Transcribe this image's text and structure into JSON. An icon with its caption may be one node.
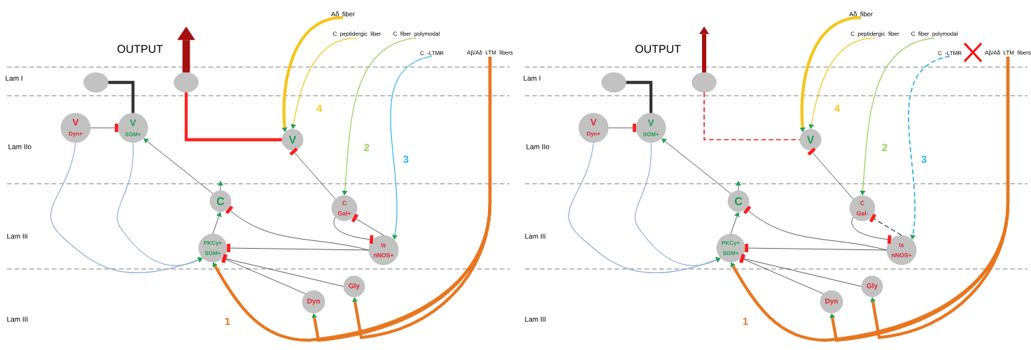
{
  "diagram": {
    "nodes": [
      {
        "text": [
          "Aδ fiber"
        ]
      },
      {
        "text": [
          "C peptidergic liber"
        ]
      },
      {
        "text": [
          "C fiber polymodal"
        ]
      },
      {
        "text": [
          "C -LTMR"
        ]
      },
      {
        "text": [
          "Aβ/Aδ LTM fibers"
        ]
      },
      {
        "text": [],
        "shape": "circle"
      },
      {
        "text": [],
        "shape": "circle"
      },
      {
        "text": [
          "V",
          "Dyn+"
        ]
      },
      {
        "text": [
          "V",
          "SOM+"
        ]
      },
      {
        "text": [
          "V"
        ]
      },
      {
        "text": [
          "C"
        ]
      },
      {
        "text": [
          "C",
          "Gal+"
        ]
      },
      {
        "text": [
          "PKCγ+",
          "SOM+"
        ]
      },
      {
        "text": [
          "Is",
          "nNOS+"
        ]
      },
      {
        "text": [
          "Gly"
        ]
      },
      {
        "text": [
          "Dyn"
        ]
      },
      {
        "text": [
          "Aδ fiber"
        ]
      },
      {
        "text": [
          "C peptidergic fiber"
        ]
      },
      {
        "text": [
          "C fiber polymodal"
        ]
      },
      {
        "text": [
          "C -LTMR"
        ]
      },
      {
        "text": [
          "Aβ/Aδ LTM fibers"
        ]
      },
      {
        "text": [],
        "shape": "circle"
      },
      {
        "text": [],
        "shape": "circle"
      },
      {
        "text": [
          "V",
          "Dyn+"
        ]
      },
      {
        "text": [
          "V",
          "SOM+"
        ]
      },
      {
        "text": [
          "V"
        ]
      },
      {
        "text": [
          "C"
        ]
      },
      {
        "text": [
          "C",
          "Gal-"
        ]
      },
      {
        "text": [
          "PKCγ+",
          "SOM+"
        ]
      },
      {
        "text": [
          "Is",
          "nNOS+"
        ]
      },
      {
        "text": [
          "Gly"
        ]
      },
      {
        "text": [
          "Dyn"
        ]
      }
    ],
    "edges": [
      {
        "from": 0,
        "to": 9,
        "arrow": "to",
        "style": "thick",
        "color": "#f5c518"
      },
      {
        "from": 1,
        "to": 9,
        "arrow": "to",
        "color": "#f5c518"
      },
      {
        "from": 2,
        "to": 11,
        "arrow": "to",
        "color": "#92d050"
      },
      {
        "from": 3,
        "to": 13,
        "arrow": "to",
        "color": "#29b6e8"
      },
      {
        "from": 4,
        "to": 12,
        "arrow": "to",
        "style": "thick",
        "color": "#e8761e"
      },
      {
        "from": 4,
        "to": 15,
        "arrow": "to",
        "style": "thick",
        "color": "#e8761e"
      },
      {
        "from": 4,
        "to": 14,
        "arrow": "to",
        "style": "thick",
        "color": "#e8761e"
      },
      {
        "from": 5,
        "to": 8,
        "arrow": "none",
        "style": "thick"
      },
      {
        "from": 6,
        "to": 9,
        "arrow": "none",
        "style": "thick",
        "color": "#ff2020"
      },
      {
        "from": 6,
        "to": null,
        "arrow": "to",
        "style": "thick",
        "color": "#a50f0f"
      },
      {
        "from": 7,
        "to": 8,
        "arrow": "other"
      },
      {
        "from": 10,
        "to": 8,
        "arrow": "to"
      },
      {
        "from": 10,
        "to": null,
        "arrow": "to"
      },
      {
        "from": 11,
        "to": 9,
        "arrow": "other"
      },
      {
        "from": 12,
        "to": 10,
        "arrow": "to"
      },
      {
        "from": 13,
        "to": 10,
        "arrow": "other"
      },
      {
        "from": 13,
        "to": 12,
        "arrow": "other"
      },
      {
        "from": 11,
        "to": 13,
        "arrow": "other"
      },
      {
        "from": 13,
        "to": 11,
        "arrow": "other"
      },
      {
        "from": 15,
        "to": 12,
        "arrow": "other"
      },
      {
        "from": 14,
        "to": 12,
        "arrow": "other"
      },
      {
        "from": 7,
        "to": 12,
        "arrow": "to",
        "color": "#8eaed4"
      },
      {
        "from": 8,
        "to": 12,
        "arrow": "to",
        "color": "#8eaed4"
      },
      {
        "from": 16,
        "to": 25,
        "arrow": "to",
        "style": "thick",
        "color": "#f5c518"
      },
      {
        "from": 17,
        "to": 25,
        "arrow": "to",
        "color": "#f5c518"
      },
      {
        "from": 18,
        "to": 27,
        "arrow": "to",
        "color": "#92d050"
      },
      {
        "from": 19,
        "to": 29,
        "arrow": "to",
        "style": "dashed",
        "color": "#29b6e8"
      },
      {
        "from": 20,
        "to": 28,
        "arrow": "to",
        "style": "thick",
        "color": "#e8761e"
      },
      {
        "from": 20,
        "to": 31,
        "arrow": "to",
        "style": "thick",
        "color": "#e8761e"
      },
      {
        "from": 20,
        "to": 30,
        "arrow": "to",
        "style": "thick",
        "color": "#e8761e"
      },
      {
        "from": 21,
        "to": 24,
        "arrow": "none",
        "style": "thick"
      },
      {
        "from": 22,
        "to": 25,
        "arrow": "none",
        "style": "dashed",
        "color": "#ff2020"
      },
      {
        "from": 22,
        "to": null,
        "arrow": "to",
        "style": "thick",
        "color": "#a50f0f"
      },
      {
        "from": 23,
        "to": 24,
        "arrow": "other"
      },
      {
        "from": 26,
        "to": 24,
        "arrow": "to"
      },
      {
        "from": 26,
        "to": null,
        "arrow": "to"
      },
      {
        "from": 27,
        "to": 25,
        "arrow": "other"
      },
      {
        "from": 28,
        "to": 26,
        "arrow": "to"
      },
      {
        "from": 29,
        "to": 26,
        "arrow": "other"
      },
      {
        "from": 29,
        "to": 28,
        "arrow": "other"
      },
      {
        "from": 27,
        "to": 29,
        "arrow": "other"
      },
      {
        "from": 29,
        "to": 27,
        "arrow": "other",
        "style": "dashed"
      },
      {
        "from": 31,
        "to": 28,
        "arrow": "other"
      },
      {
        "from": 30,
        "to": 28,
        "arrow": "other"
      },
      {
        "from": 23,
        "to": 28,
        "arrow": "to",
        "color": "#8eaed4"
      },
      {
        "from": 24,
        "to": 28,
        "arrow": "to",
        "color": "#8eaed4"
      }
    ],
    "labels": [
      "OUTPUT",
      "Lam I",
      "4",
      "Lam IIo",
      "2",
      "3",
      "Lam IIi",
      "1",
      "Lam III",
      "OUTPUT",
      "Lam I",
      "4",
      "Lam IIo",
      "2",
      "3",
      "Lam IIi",
      "1",
      "Lam III"
    ]
  }
}
